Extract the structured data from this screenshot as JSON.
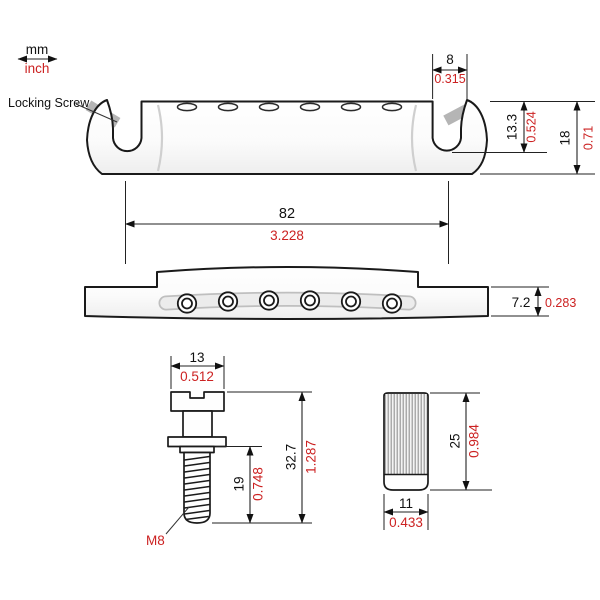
{
  "legend": {
    "metric_unit": "mm",
    "imperial_unit": "inch"
  },
  "labels": {
    "locking_screw": "Locking Screw",
    "thread_size": "M8"
  },
  "colors": {
    "metric_text": "#111111",
    "imperial_text": "#cc2222",
    "outline": "#1a1a1a",
    "screw_gray": "#b5b5b5",
    "background": "#ffffff"
  },
  "dimensions": {
    "slot_width": {
      "mm": "8",
      "inch": "0.315"
    },
    "slot_depth": {
      "mm": "13.3",
      "inch": "0.524"
    },
    "body_height": {
      "mm": "18",
      "inch": "0.71"
    },
    "stud_spacing": {
      "mm": "82",
      "inch": "3.228"
    },
    "base_thickness": {
      "mm": "7.2",
      "inch": "0.283"
    },
    "stud_head_width": {
      "mm": "13",
      "inch": "0.512"
    },
    "stud_thread_length": {
      "mm": "19",
      "inch": "0.748"
    },
    "stud_total_length": {
      "mm": "32.7",
      "inch": "1.287"
    },
    "bushing_length": {
      "mm": "25",
      "inch": "0.984"
    },
    "bushing_diameter": {
      "mm": "11",
      "inch": "0.433"
    }
  }
}
